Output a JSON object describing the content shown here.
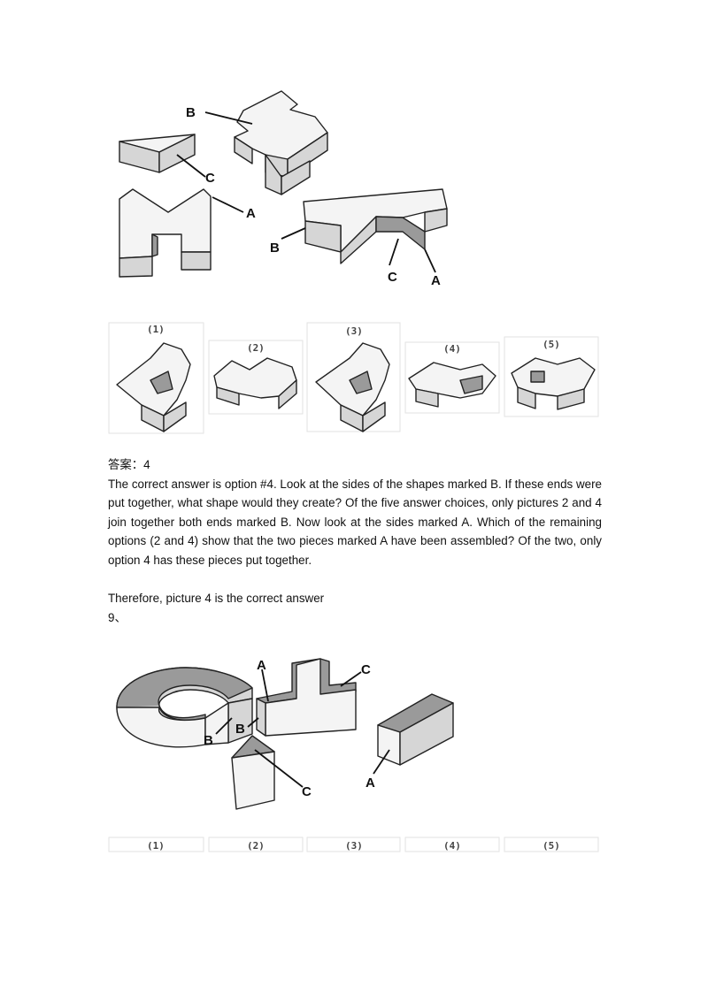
{
  "question8": {
    "piece_labels": [
      "A",
      "B",
      "C"
    ],
    "options": [
      "(1)",
      "(2)",
      "(3)",
      "(4)",
      "(5)"
    ]
  },
  "answer": {
    "key": "答案：4",
    "explanation": "The correct answer is option #4. Look at the sides of the shapes marked B. If these ends were put together, what shape would they create? Of the five answer choices, only pictures 2 and 4 join together both ends marked B. Now look at the sides marked A. Which of the remaining options (2 and 4) show that the two pieces marked A have been assembled? Of the two, only option 4 has these pieces put together.",
    "conclusion": "Therefore, picture 4 is the correct answer"
  },
  "question9": {
    "number": "9、",
    "piece_labels": [
      "A",
      "B",
      "C"
    ],
    "options": [
      "(1)",
      "(2)",
      "(3)",
      "(4)",
      "(5)"
    ]
  }
}
